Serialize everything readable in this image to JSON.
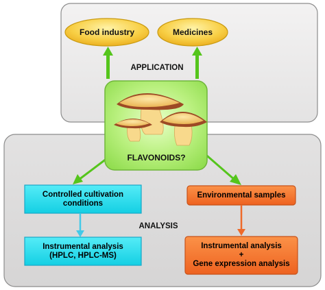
{
  "colors": {
    "panel_top": "#eceaea",
    "panel_bottom": "#dcdbdb",
    "panel_border": "#8c8c8c",
    "ellipse_fill": "#f6c43a",
    "ellipse_border": "#c99a10",
    "center_fill": "#b6ef7a",
    "center_border": "#6fb53a",
    "green_arrow": "#55c51c",
    "cyan_fill": "#29e1ef",
    "cyan_border": "#18a7c7",
    "cyan_arrow": "#43c9e8",
    "orange_fill": "#f47a2c",
    "orange_border": "#c6521a",
    "orange_arrow": "#ee6a2a",
    "mushroom_cap": "#f3c76a",
    "mushroom_rim": "#9d4a25",
    "mushroom_stem": "#f8d98c"
  },
  "diagram": {
    "application": {
      "label": "APPLICATION",
      "items": [
        "Food industry",
        "Medicines"
      ]
    },
    "center": {
      "label": "FLAVONOIDS?",
      "icon": "mushroom-icon"
    },
    "analysis": {
      "label": "ANALYSIS",
      "left_branch": {
        "top_lines": [
          "Controlled cultivation",
          "conditions"
        ],
        "bottom_lines": [
          "Instrumental analysis",
          "(HPLC, HPLC-MS)"
        ]
      },
      "right_branch": {
        "top": "Environmental samples",
        "bottom_lines": [
          "Instrumental analysis",
          "+",
          "Gene expression analysis"
        ]
      }
    }
  }
}
